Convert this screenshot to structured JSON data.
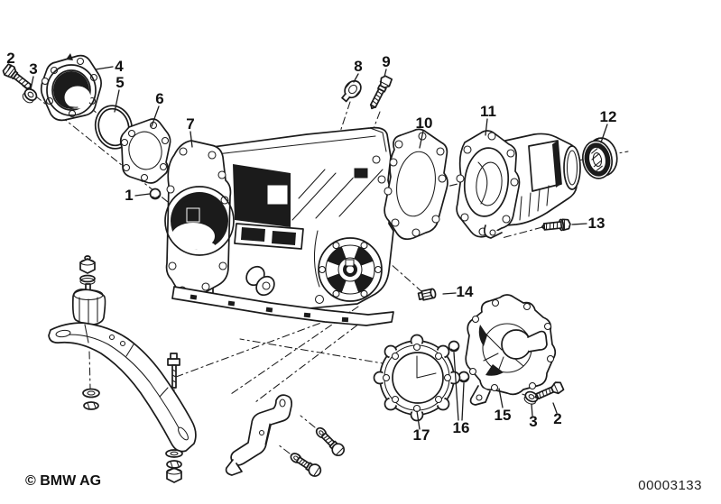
{
  "canvas": {
    "background": "#ffffff",
    "ink": "#1b1b1b"
  },
  "footer": {
    "copyright": "© BMW AG",
    "image_number": "00003133"
  },
  "callouts": {
    "n1": {
      "label": "1"
    },
    "n2a": {
      "label": "2"
    },
    "n3a": {
      "label": "3"
    },
    "n4": {
      "label": "4"
    },
    "n5": {
      "label": "5"
    },
    "n6": {
      "label": "6"
    },
    "n7": {
      "label": "7"
    },
    "n8": {
      "label": "8"
    },
    "n9": {
      "label": "9"
    },
    "n10": {
      "label": "10"
    },
    "n11": {
      "label": "11"
    },
    "n12": {
      "label": "12"
    },
    "n13": {
      "label": "13"
    },
    "n14": {
      "label": "14"
    },
    "n15": {
      "label": "15"
    },
    "n16": {
      "label": "16"
    },
    "n17": {
      "label": "17"
    },
    "n3b": {
      "label": "3"
    },
    "n2b": {
      "label": "2"
    }
  }
}
